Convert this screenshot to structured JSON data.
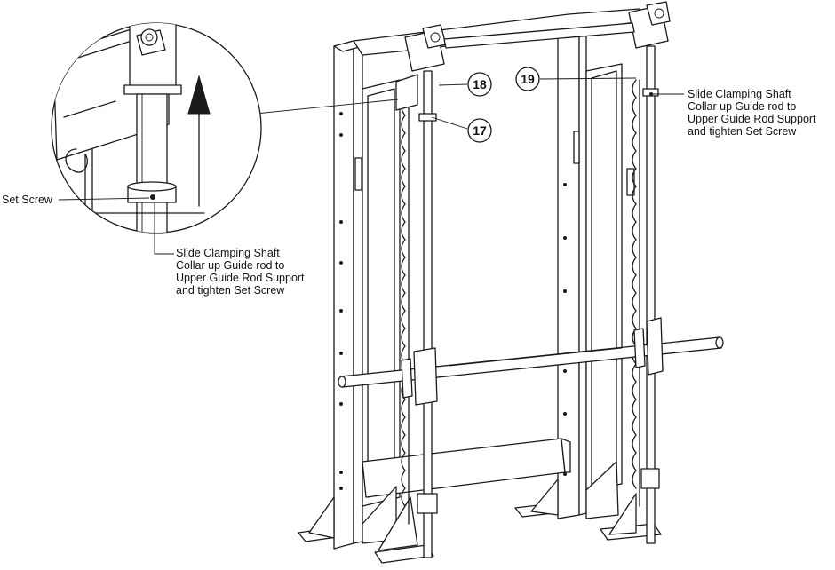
{
  "callouts": [
    {
      "number": "18"
    },
    {
      "number": "17"
    },
    {
      "number": "19"
    }
  ],
  "labels": {
    "set_screw": "Set Screw",
    "detail_instruction": [
      "Slide Clamping Shaft",
      "Collar up Guide rod to",
      "Upper Guide Rod Support",
      "and tighten Set Screw"
    ],
    "right_instruction": [
      "Slide Clamping Shaft",
      "Collar up Guide rod to",
      "Upper Guide Rod Support",
      "and tighten Set Screw"
    ]
  }
}
